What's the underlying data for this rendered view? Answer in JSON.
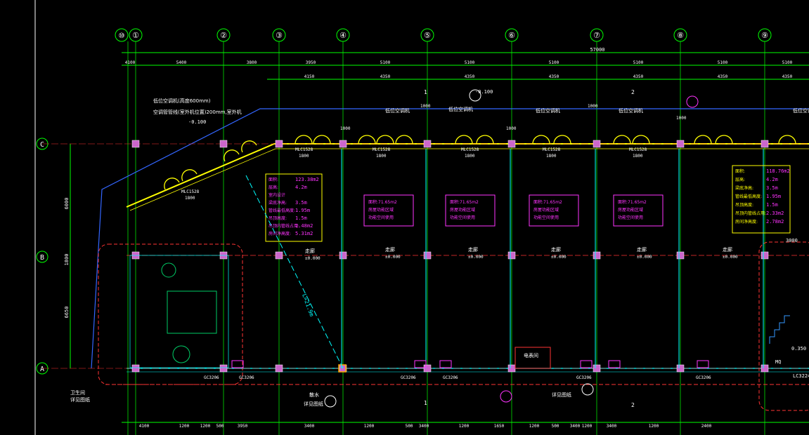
{
  "axis_numbers": [
    "①",
    "②",
    "③",
    "④",
    "⑤",
    "⑥",
    "⑦",
    "⑧",
    "⑨"
  ],
  "axis_first": "⑩",
  "axis_letters": [
    "C",
    "B",
    "A"
  ],
  "total_dim": "57000",
  "top_dims": [
    "4100",
    "5400",
    "3800",
    "3950",
    "5100",
    "5100",
    "5100",
    "5100",
    "5100",
    "5100"
  ],
  "sub_dims": [
    "4150",
    "4350",
    "4350",
    "4350",
    "4350",
    "4350",
    "4350"
  ],
  "left_dims": [
    "6000",
    "1800",
    "6650"
  ],
  "bottom_dims": [
    "4100",
    "1200",
    "1200",
    "500",
    "3950",
    "3400",
    "1200",
    "500",
    "3400",
    "1200",
    "1650",
    "1200",
    "500",
    "3400",
    "1200",
    "3400",
    "1200",
    "2400"
  ],
  "room_info_left": {
    "lines": [
      "面积:",
      "层高:",
      "室内设计",
      "梁底净高:",
      "管线最低高度:",
      "吊顶高度:",
      "吊顶内管线占用:",
      "房间净高度:"
    ],
    "values": [
      "123.38m2",
      "4.2m",
      "",
      "3.5m",
      "1.95m",
      "1.5m",
      "2.48m2",
      "5.31m2"
    ]
  },
  "room_info_right": {
    "lines": [
      "面积:",
      "层高:",
      "梁底净高:",
      "管线最低高度:",
      "吊顶高度:",
      "吊顶内管线占用:",
      "房间净高度:"
    ],
    "values": [
      "118.76m2",
      "4.2m",
      "3.5m",
      "1.95m",
      "1.5m",
      "2.33m2",
      "2.78m2"
    ]
  },
  "tags": [
    "面积:71.65m2\n房屋功能区域\n功能空间使用",
    "面积:71.65m2\n房屋功能区域\n功能空间使用",
    "面积:71.65m2\n房屋功能区域\n功能空间使用",
    "面积:71.65m2\n房屋功能区域\n功能空间使用"
  ],
  "labels": {
    "hvac_left": "低位空调机(高度600mm)",
    "hvac_sub": "空调管管线(室外机位置)200mm,室外机",
    "level_minus": "-0.100",
    "level_zero": "±0.000",
    "corridor": "走廊",
    "hvac": "低位空调机",
    "window": "MLC1528",
    "window_h": "1800",
    "stair_dim": "3000",
    "toilet": "卫生间",
    "toilet_note": "详见图纸",
    "cut1": "1",
    "cut2": "2",
    "elec": "电表间",
    "door": "GC3206",
    "l_dim": "L=21.9m",
    "window_dim": "1000",
    "ground": "散水",
    "detail": "详见图纸",
    "detail2": "详见图纸",
    "lc": "LC3224",
    "mq": "MQ",
    "b_lv": "0.350"
  }
}
